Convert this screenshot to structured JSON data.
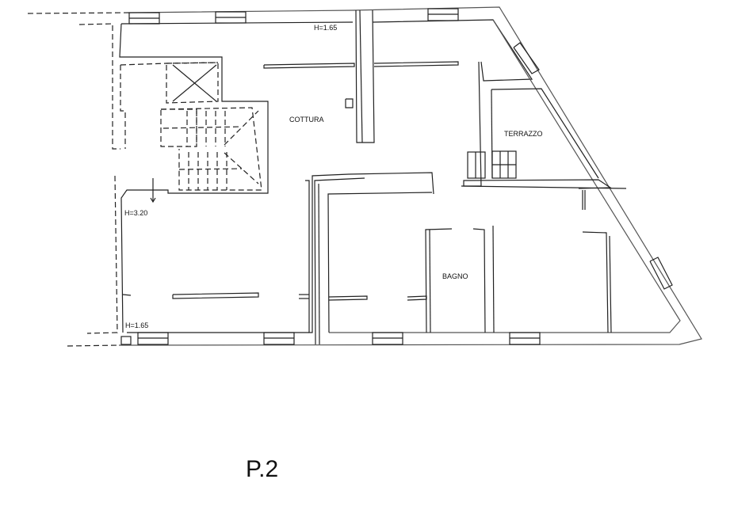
{
  "plan": {
    "title": "P.2",
    "labels": {
      "height_top": "H=1.65",
      "kitchen": "COTTURA",
      "terrace": "TERRAZZO",
      "height_stair": "H=3.20",
      "height_bottom": "H=1.65",
      "bathroom": "BAGNO"
    }
  }
}
